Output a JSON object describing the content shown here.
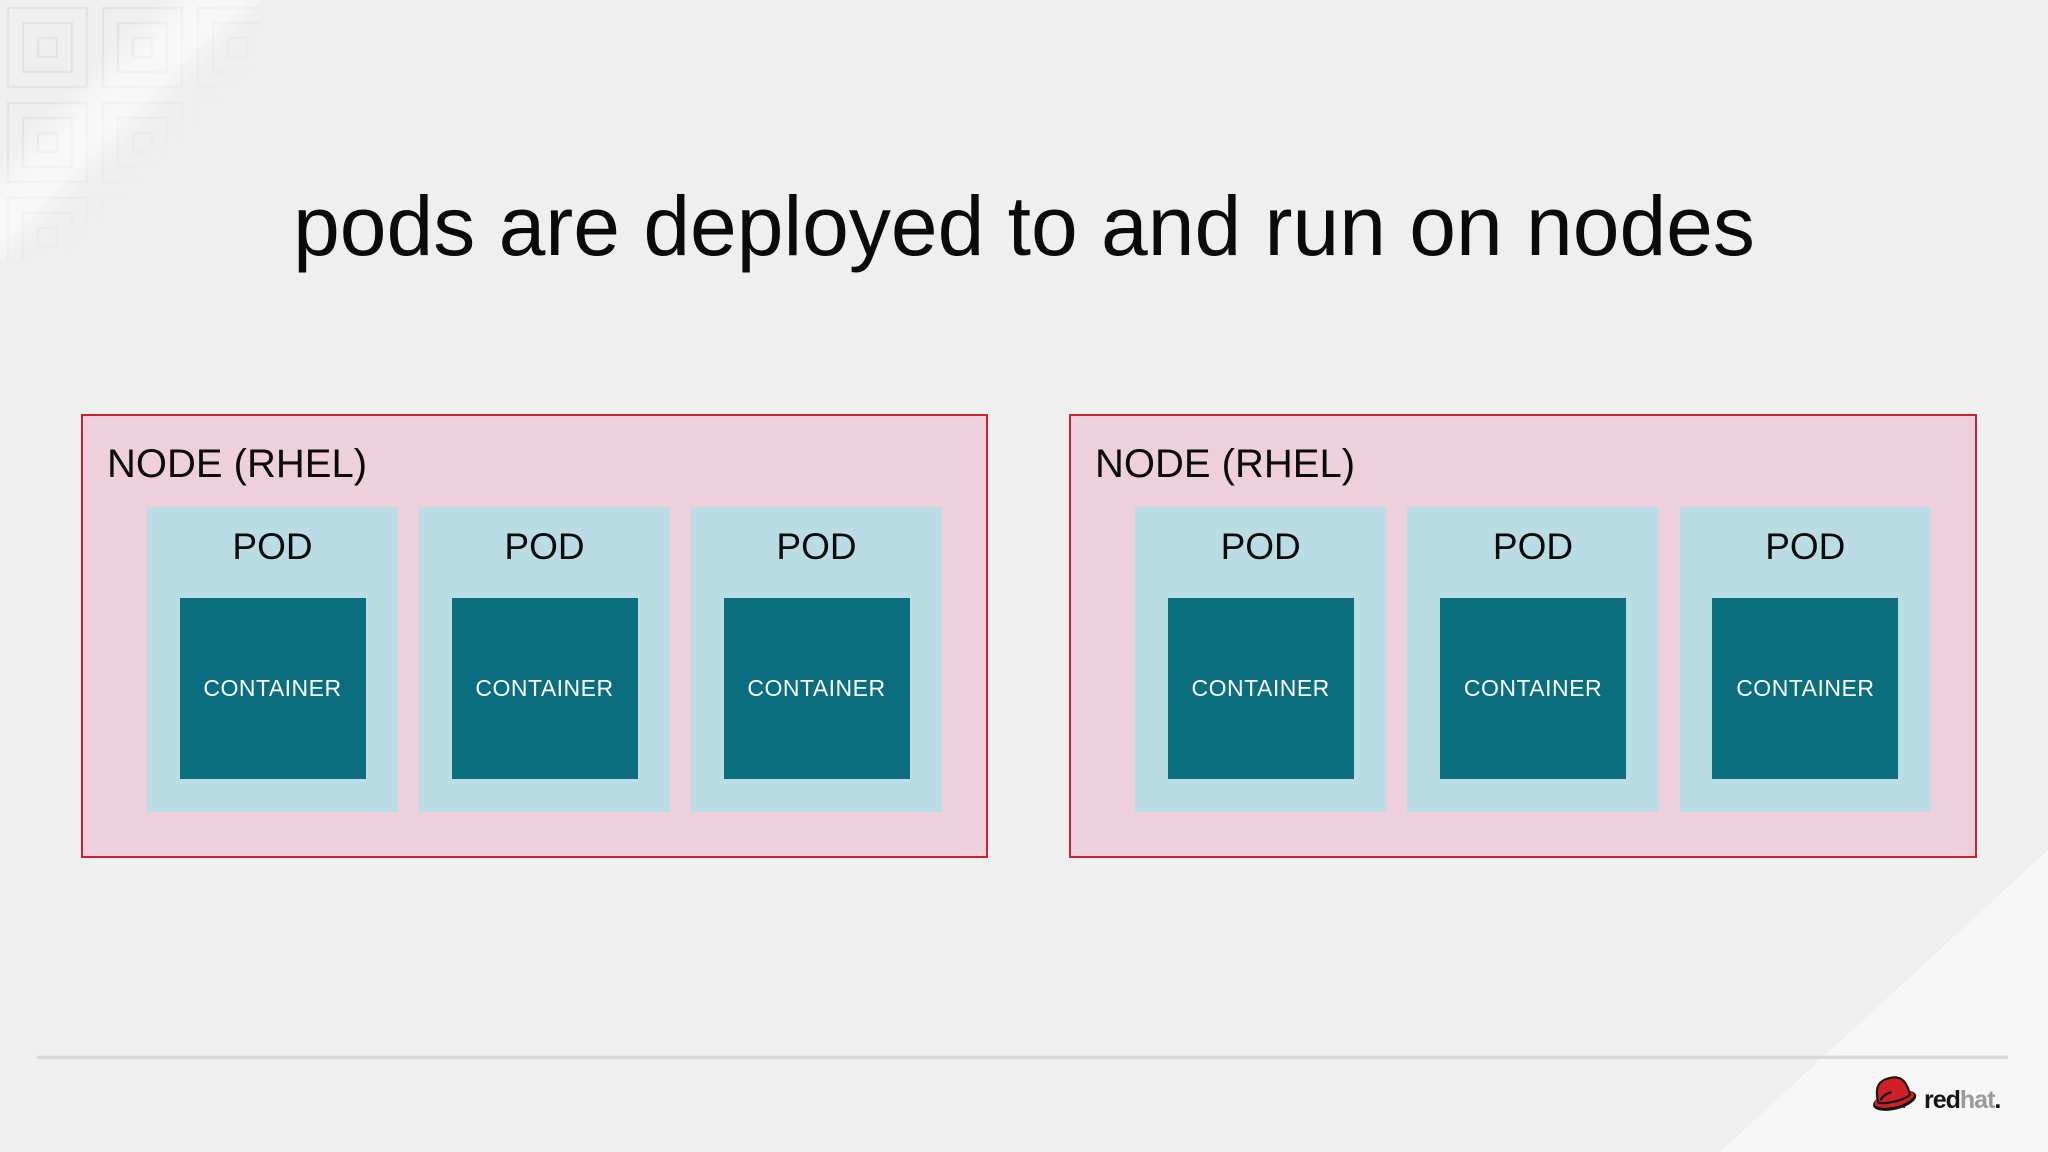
{
  "slide": {
    "title": "pods are deployed to and run on nodes",
    "nodes": [
      {
        "label": "NODE (RHEL)",
        "pods": [
          {
            "label": "POD",
            "container_label": "CONTAINER"
          },
          {
            "label": "POD",
            "container_label": "CONTAINER"
          },
          {
            "label": "POD",
            "container_label": "CONTAINER"
          }
        ]
      },
      {
        "label": "NODE (RHEL)",
        "pods": [
          {
            "label": "POD",
            "container_label": "CONTAINER"
          },
          {
            "label": "POD",
            "container_label": "CONTAINER"
          },
          {
            "label": "POD",
            "container_label": "CONTAINER"
          }
        ]
      }
    ]
  },
  "footer": {
    "logo": {
      "icon": "redhat-fedora-icon",
      "text_red": "red",
      "text_hat": "hat",
      "text_period": "."
    }
  },
  "colors": {
    "background": "#f0eff0",
    "title_text": "#0a0a0a",
    "node_fill": "#edd0dc",
    "node_border": "#c9232b",
    "pod_fill": "#badde5",
    "container_fill": "#0b6e7e",
    "container_text": "#ffffff",
    "divider": "#d8d8d8",
    "logo_red": "#cf2027",
    "logo_dark": "#151515",
    "logo_gray": "#9a9a9a",
    "pattern_line": "#e3e3e7"
  }
}
